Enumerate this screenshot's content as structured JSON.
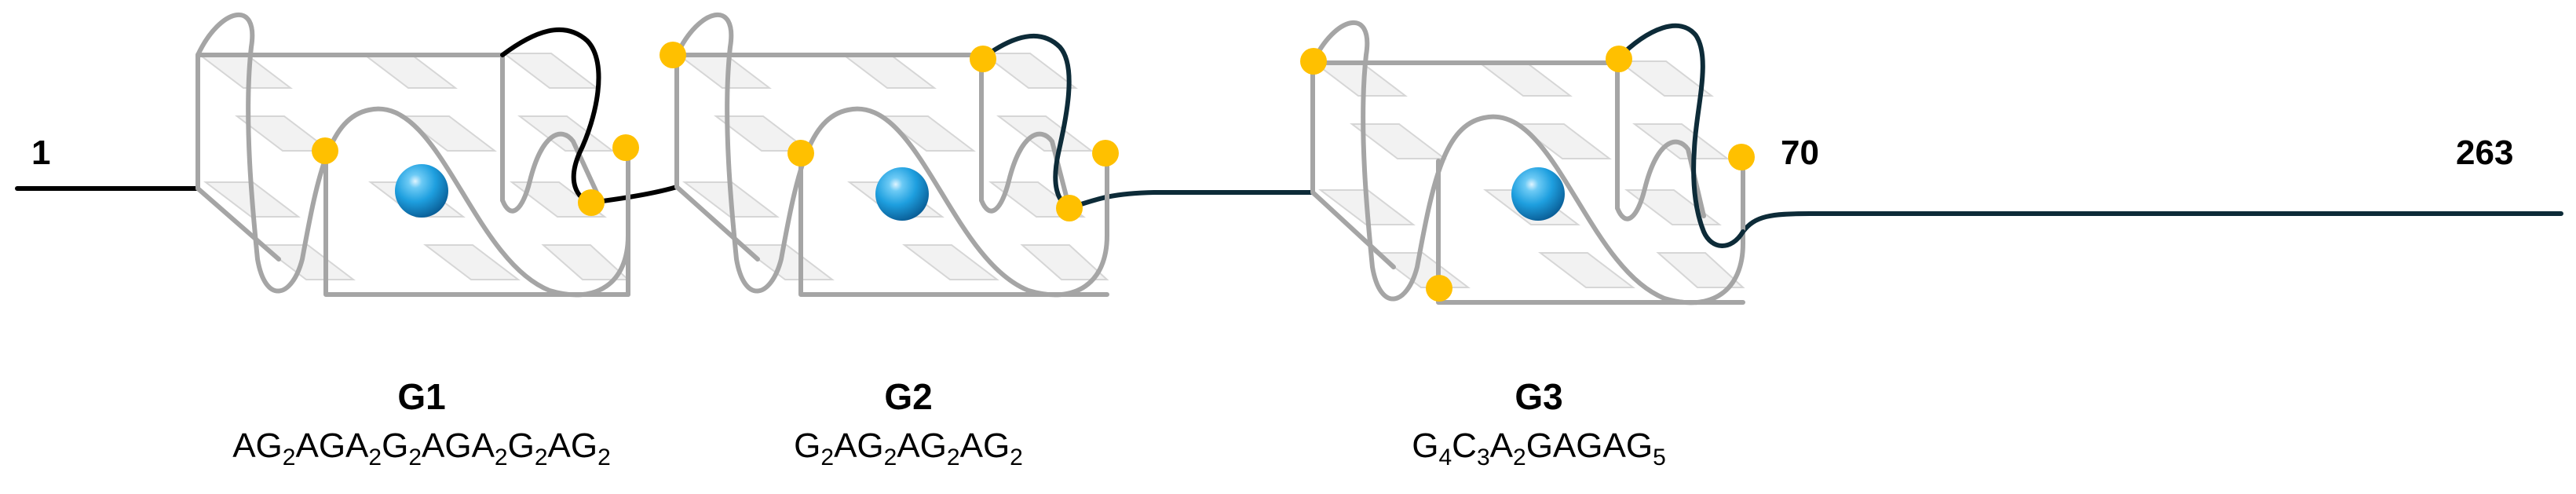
{
  "colors": {
    "backbone": "#000000",
    "linker": "#0d2b38",
    "loop": "#a5a5a5",
    "tetrad": "#f2f2f2",
    "tetrad_edge": "#d0d0d0",
    "site": "#ffc000",
    "ion": "#1e9fdf"
  },
  "markers": {
    "start": "1",
    "middle": "70",
    "end": "263"
  },
  "quadruplexes": [
    {
      "name": "G1",
      "sequence": [
        {
          "t": "AG"
        },
        {
          "s": "2"
        },
        {
          "t": "AGA"
        },
        {
          "s": "2"
        },
        {
          "t": "G"
        },
        {
          "s": "2"
        },
        {
          "t": "AGA"
        },
        {
          "s": "2"
        },
        {
          "t": "G"
        },
        {
          "s": "2"
        },
        {
          "t": "AG"
        },
        {
          "s": "2"
        }
      ]
    },
    {
      "name": "G2",
      "sequence": [
        {
          "t": "G"
        },
        {
          "s": "2"
        },
        {
          "t": "AG"
        },
        {
          "s": "2"
        },
        {
          "t": "AG"
        },
        {
          "s": "2"
        },
        {
          "t": "AG"
        },
        {
          "s": "2"
        }
      ]
    },
    {
      "name": "G3",
      "sequence": [
        {
          "t": "G"
        },
        {
          "s": "4"
        },
        {
          "t": "C"
        },
        {
          "s": "3"
        },
        {
          "t": "A"
        },
        {
          "s": "2"
        },
        {
          "t": "GAGAG"
        },
        {
          "s": "5"
        }
      ]
    }
  ],
  "icons": {
    "ion": "metal-ion-sphere-icon",
    "site": "site-marker-icon"
  }
}
